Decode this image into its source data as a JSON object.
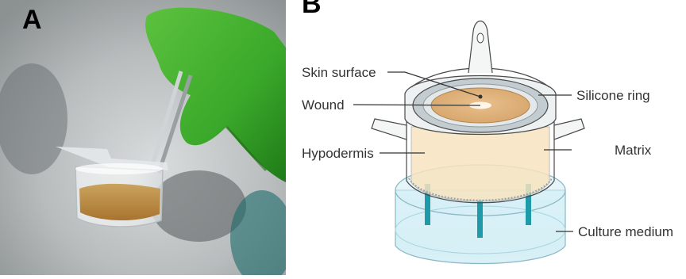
{
  "figure": {
    "panel_a": {
      "letter": "A"
    },
    "panel_b": {
      "letter": "B",
      "labels": {
        "skin_surface": "Skin surface",
        "wound": "Wound",
        "hypodermis": "Hypodermis",
        "silicone_ring": "Silicone ring",
        "matrix": "Matrix",
        "culture_medium": "Culture medium"
      }
    }
  },
  "colors": {
    "glove": "#3aa82a",
    "skin": "#e0b27a",
    "hypodermis": "#f5dcb0",
    "medium": "#8fd3e6",
    "posts": "#1f9aa8",
    "silicone": "#bcc7cc",
    "outline": "#4a4a4a"
  }
}
